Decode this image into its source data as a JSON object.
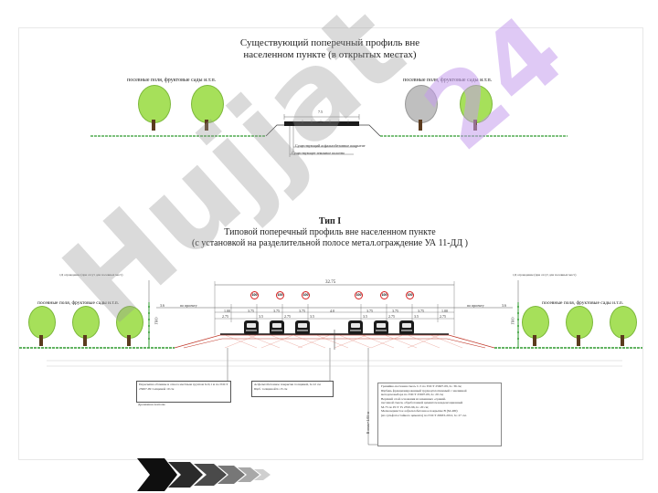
{
  "top": {
    "title_line1": "Существующий поперечный  профиль вне",
    "title_line2": "населенном пункте  (в открытых местах)",
    "label_left": "посевные поля, фруктовые сады и.т.п.",
    "label_right": "посевные поля, фруктовые сады и.т.п.",
    "leader1": "Существующий асфальтобетонное покрытие",
    "leader2": "Существующее  земляное полотно",
    "dim_road": "7.5"
  },
  "bottom": {
    "title_line1": "Тип I",
    "title_line2": "Типовой поперечный профиль вне населенном пункте",
    "title_line3": "(с установкой на разделительной полосе метал.ограждение УА 11-ДД )",
    "fence_left": "1Д ограждение (при отсут для посевных мест)",
    "fence_right": "1Д ограждение (при отсут для посевных мест)",
    "label_left": "посевные поля, фруктовые сады и.т.п.",
    "label_right": "посевные поля, фруктовые сады и.т.п.",
    "total_width": "32.75",
    "no_project_left": "по проекту",
    "no_project_right": "по проекту",
    "dim_side_left": "3.6",
    "dim_side_right": "3.6",
    "vert_left": "ГНО",
    "vert_right": "ГНО",
    "lane_dims": [
      "1.00",
      "3.75",
      "3.75",
      "3.75",
      "4.0",
      "3.75",
      "3.75",
      "3.75",
      "1.00"
    ],
    "sub_dims_left": [
      "2.75",
      "3.5",
      "2.75",
      "3.5"
    ],
    "sub_dims_right": [
      "3.5",
      "2.75",
      "3.5",
      "2.75"
    ],
    "signs": [
      "100",
      "100",
      "100",
      "100",
      "100",
      "100"
    ],
    "note1": "Пересыпка обочины и откоса местным грунтом h=0,1 м по ГОСТ 25607-09 толщиной 10 см",
    "note2": "Дренажная ленточн.",
    "note3": "Асфальтобетонное покрытие толщиной, h=12 см",
    "note4": "Щеб. толщиной  h=15 см",
    "note5_1": "Гравийно-песчаная смесь С-5 по ГОСТ 25607-09, h= 36 см;",
    "note5_2": "Щебень фракционированный трудноуплотняемый с заклинкой",
    "note5_3": "методом выбора по ГОСТ 25607-09, h= 20 см;",
    "note5_4": "Верхний слой основания из каменных «гравий-",
    "note5_5": "песчаной смеси, обработанной цементом конденсационный",
    "note5_6": "М-75 по РСТ Уз 2350-96, h= 20 см;",
    "note5_7": "Мелкозернистое асфальтобетонное покрытие В (М-400)",
    "note5_8": "(из сульфатостойкого цемента) по ГОСТ 26633-2012, h= 27 см.",
    "vert_note": "В осях=1.05 м"
  },
  "watermark": {
    "text": "Hujjat",
    "text2": "24"
  },
  "colors": {
    "tree_green": "#a6e05a",
    "trunk": "#5b3b1e",
    "asphalt": "#1b1b1b",
    "sign_red": "#d61e1e",
    "dim_red": "#c0392b",
    "grass": "#2f9a2f"
  }
}
